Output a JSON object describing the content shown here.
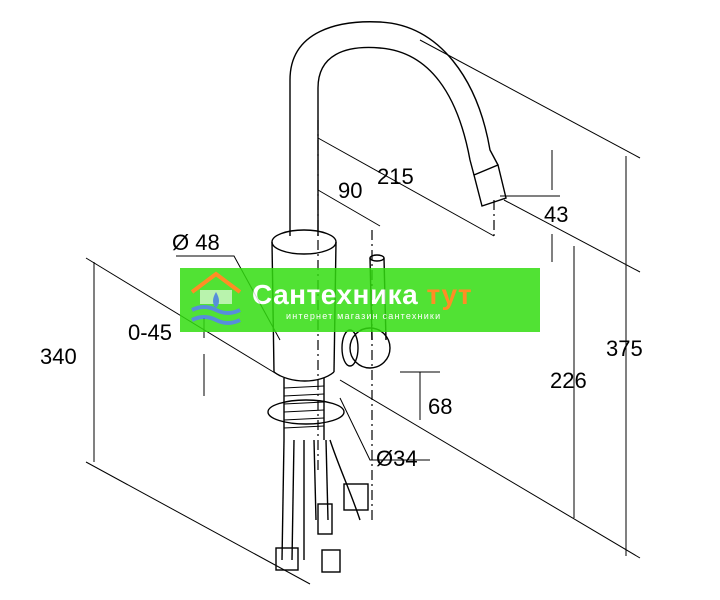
{
  "watermark": {
    "title_part1": "Сантехника",
    "title_part2": "тут",
    "subtitle": "интернет магазин сантехники",
    "logo_lettering": "",
    "colors": {
      "background": "#33dd11",
      "title": "#ffffff",
      "accent": "#ff7a00",
      "logo": "#3a7bd5"
    }
  },
  "dimensions": {
    "spout_reach": "215",
    "handle_offset": "90",
    "spout_drop": "43",
    "body_diameter": "Ø 48",
    "swivel_angle": "0-45",
    "max_deck_thickness": "340",
    "lever_height": "68",
    "hole_diameter": "Ø34",
    "outlet_height": "226",
    "total_height": "375"
  }
}
